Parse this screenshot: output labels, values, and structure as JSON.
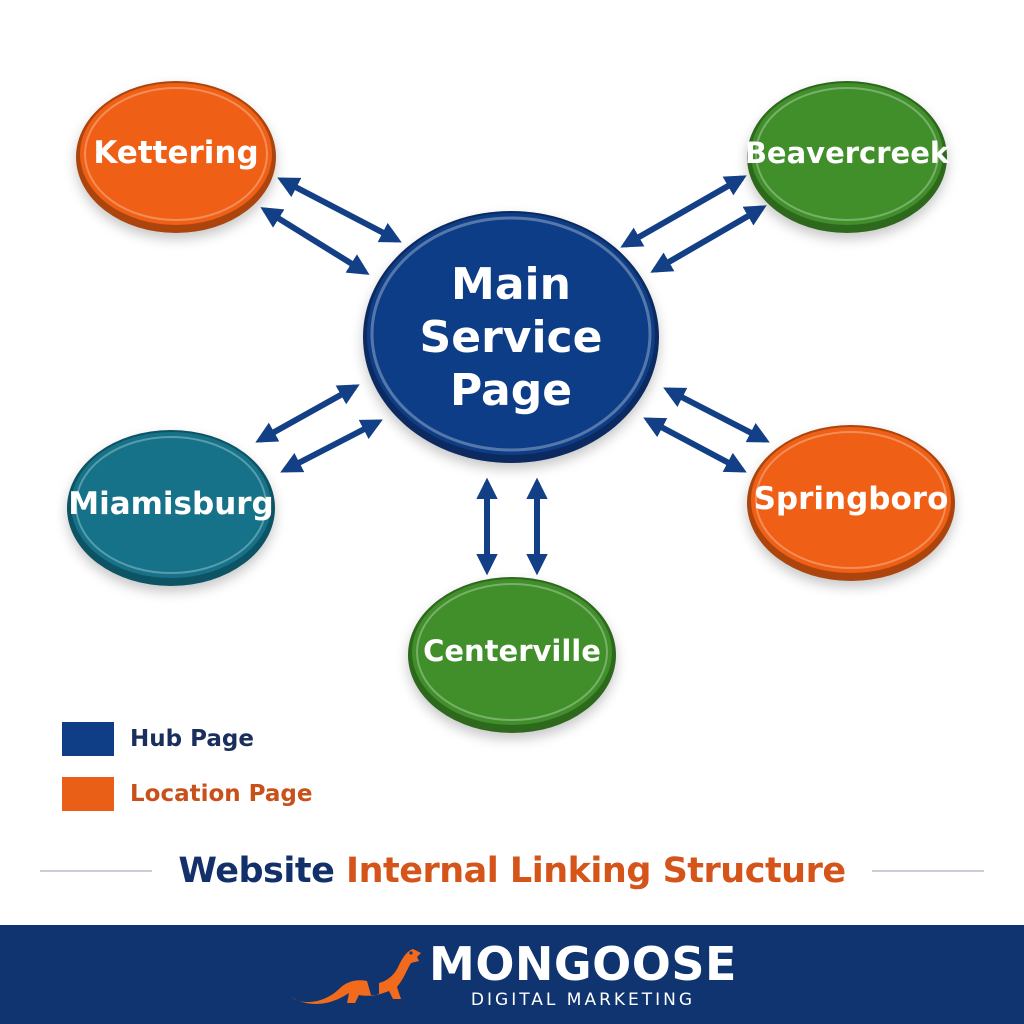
{
  "diagram": {
    "hub": {
      "label_lines": [
        "Main",
        "Service",
        "Page"
      ],
      "color": "#0f3d86"
    },
    "nodes": [
      {
        "id": "kettering",
        "label": "Kettering",
        "color": "#ef5e12"
      },
      {
        "id": "beavercreek",
        "label": "Beavercreek",
        "color": "#3f8f2a"
      },
      {
        "id": "miamisburg",
        "label": "Miamisburg",
        "color": "#137289"
      },
      {
        "id": "springboro",
        "label": "Springboro",
        "color": "#ef5e12"
      },
      {
        "id": "centerville",
        "label": "Centerville",
        "color": "#3f8f2a"
      }
    ],
    "link_color": "#123f86"
  },
  "legend": [
    {
      "label": "Hub Page",
      "color": "#0f3d86"
    },
    {
      "label": "Location Page",
      "color": "#ea5f17"
    }
  ],
  "title": {
    "part1": "Website",
    "part2": "Internal Linking Structure",
    "color1": "#13306b",
    "color2": "#d4541a"
  },
  "footer": {
    "brand": "MONGOOSE",
    "tagline": "DIGITAL MARKETING",
    "background": "#0f3470",
    "logo_icon": "mongoose-icon",
    "logo_color": "#f26a1b"
  }
}
